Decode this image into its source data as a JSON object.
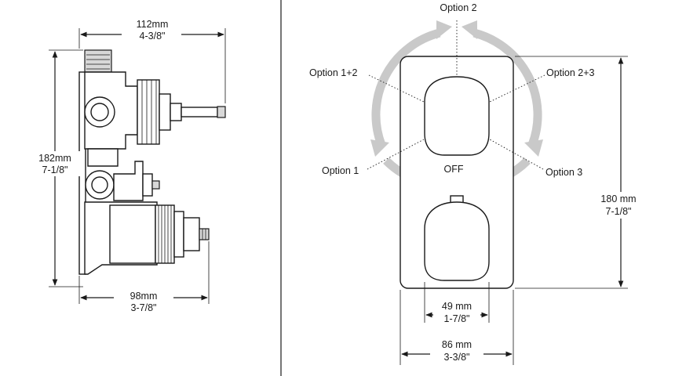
{
  "side_view": {
    "width_top": {
      "mm": "112mm",
      "in": "4-3/8\""
    },
    "height": {
      "mm": "182mm",
      "in": "7-1/8\""
    },
    "width_bottom": {
      "mm": "98mm",
      "in": "3-7/8\""
    }
  },
  "front_view": {
    "options": {
      "top": "Option 2",
      "upper_left": "Option 1+2",
      "upper_right": "Option 2+3",
      "lower_left": "Option 1",
      "lower_right": "Option 3",
      "off": "OFF"
    },
    "height": {
      "mm": "180 mm",
      "in": "7-1/8\""
    },
    "handle_width": {
      "mm": "49 mm",
      "in": "1-7/8\""
    },
    "plate_width": {
      "mm": "86 mm",
      "in": "3-3/8\""
    }
  },
  "colors": {
    "line": "#1a1a1a",
    "rotation_arrow": "#c9c9c9"
  }
}
